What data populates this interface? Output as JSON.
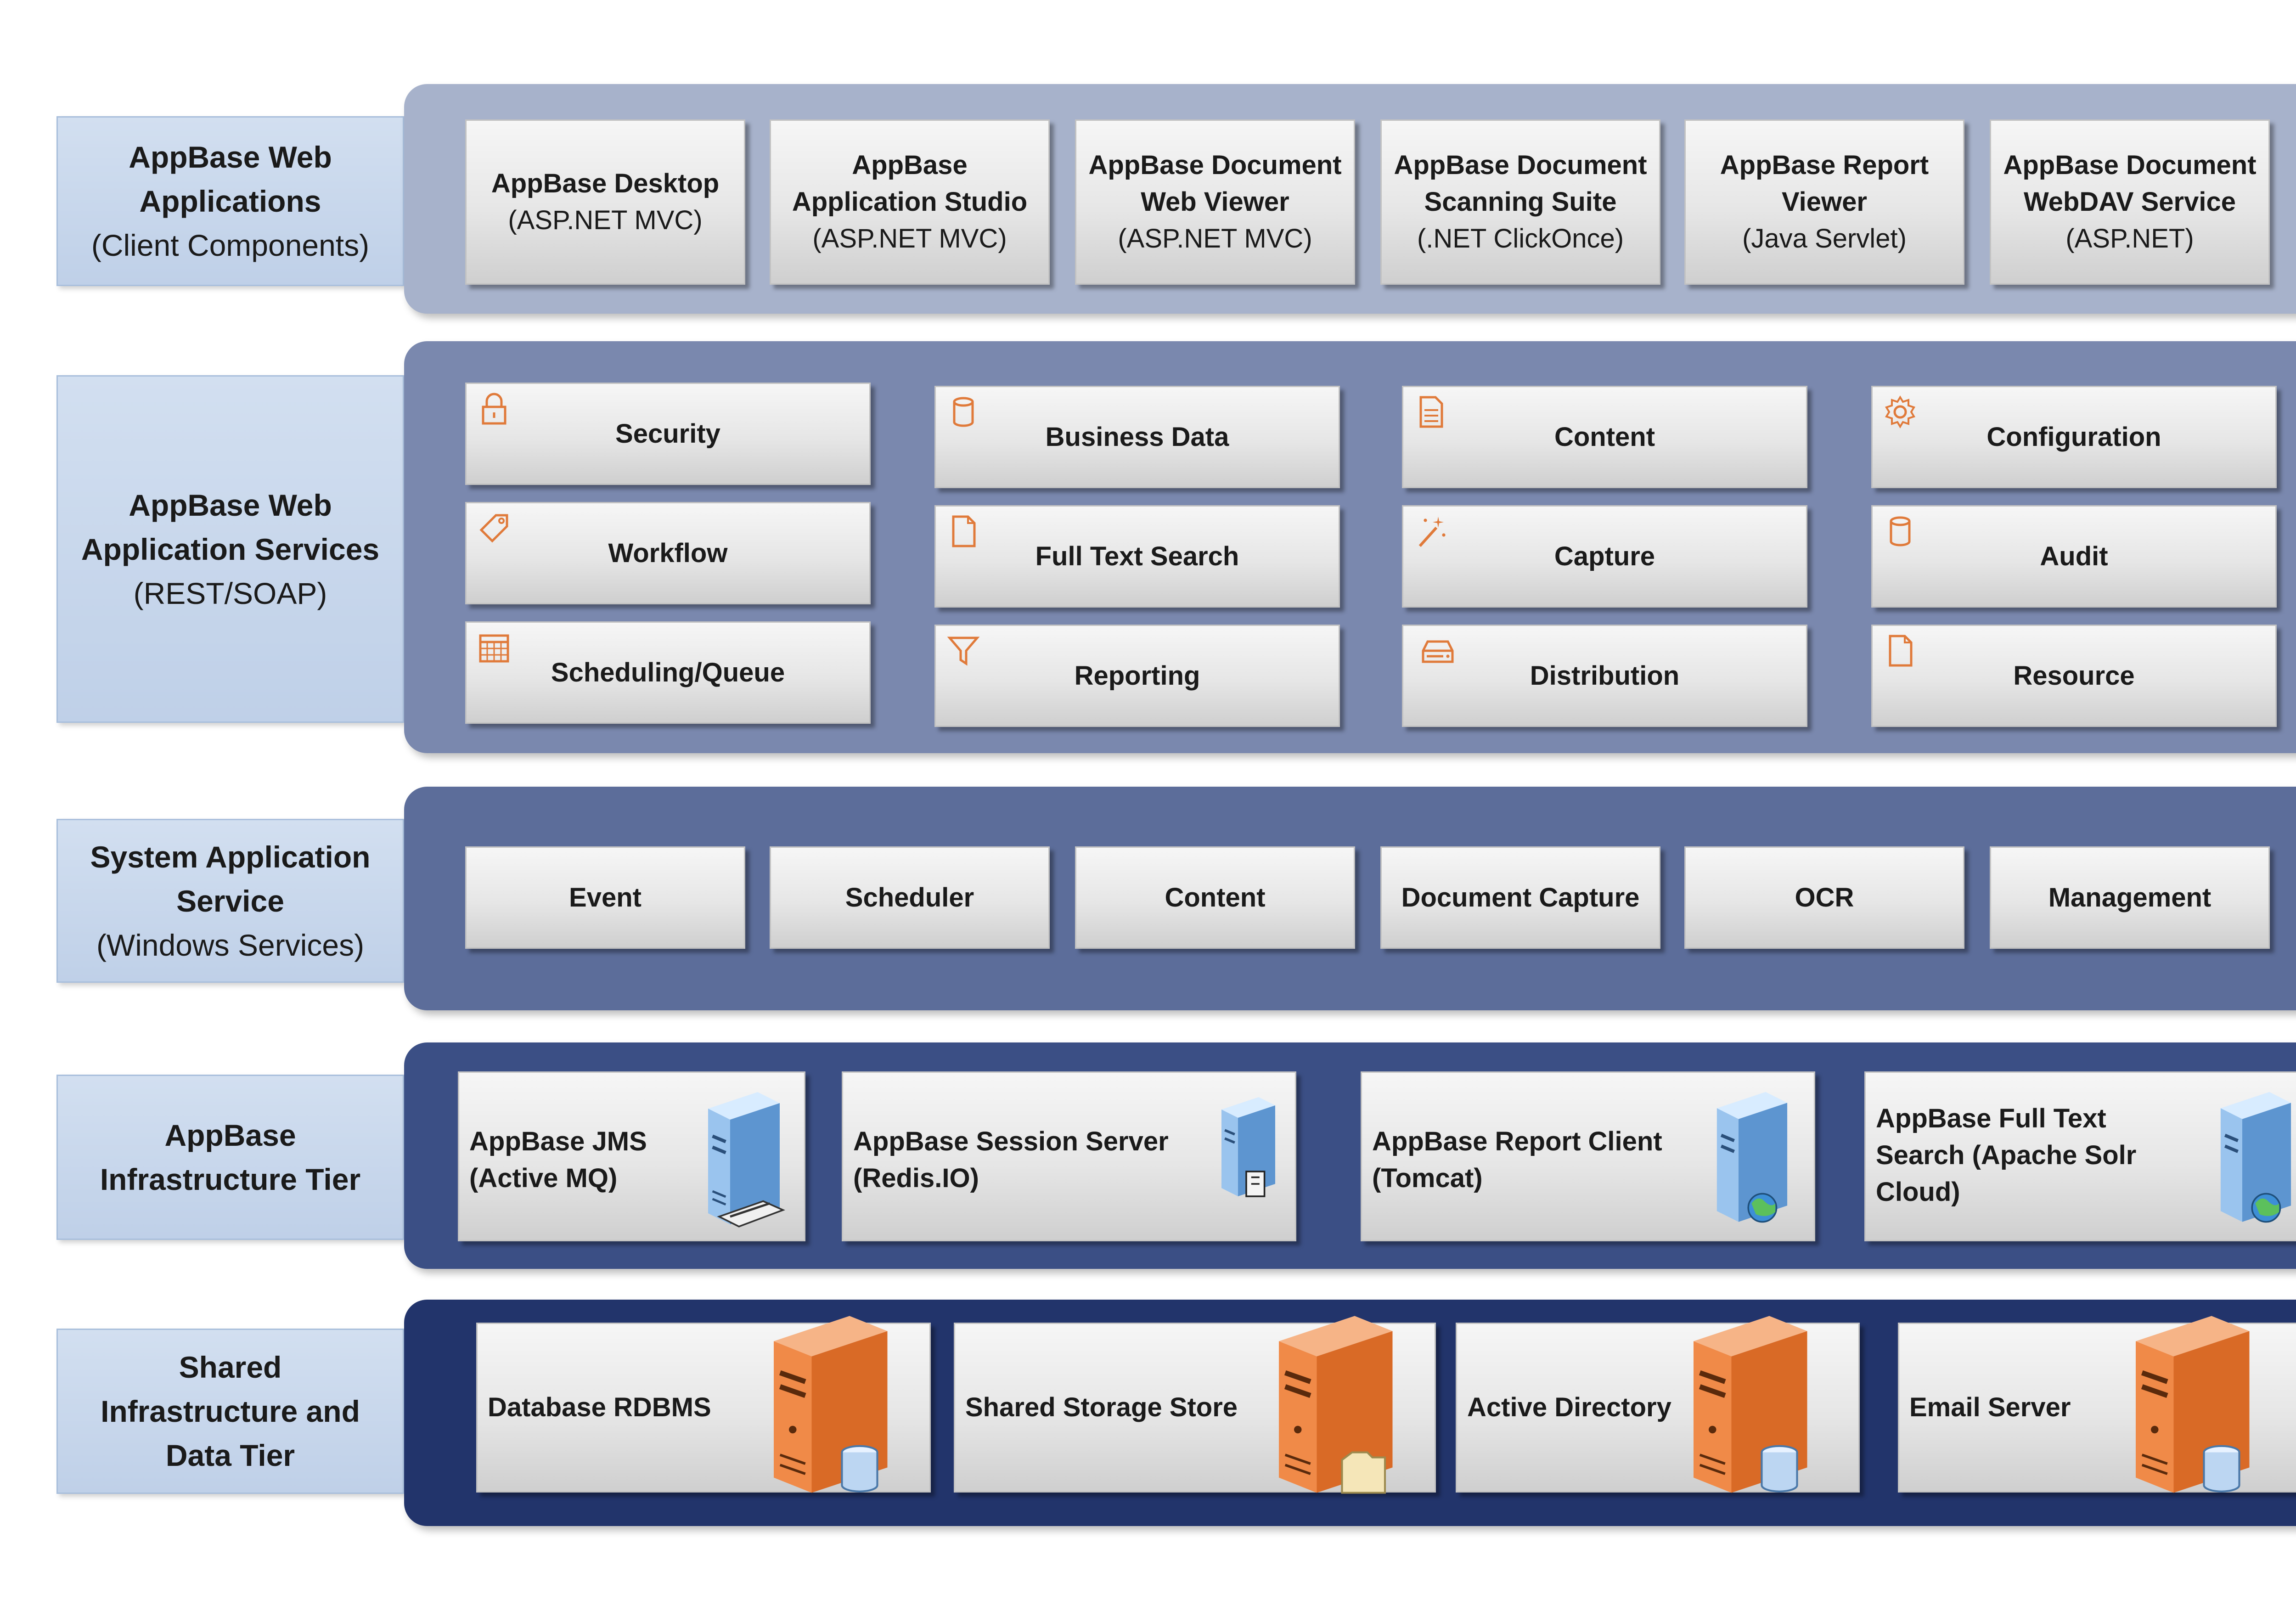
{
  "tiers": [
    {
      "label_lines": [
        "AppBase Web",
        "Applications"
      ],
      "label_sub": "(Client Components)",
      "items": [
        {
          "lines": [
            "AppBase Desktop"
          ],
          "sub": [
            "(ASP.NET MVC)"
          ]
        },
        {
          "lines": [
            "AppBase",
            "Application Studio"
          ],
          "sub": [
            "(ASP.NET MVC)"
          ]
        },
        {
          "lines": [
            "AppBase Document",
            "Web Viewer"
          ],
          "sub": [
            "(ASP.NET MVC)"
          ]
        },
        {
          "lines": [
            "AppBase Document",
            "Scanning Suite"
          ],
          "sub": [
            "(.NET ClickOnce)"
          ]
        },
        {
          "lines": [
            "AppBase Report",
            "Viewer"
          ],
          "sub": [
            "(Java Servlet)"
          ]
        },
        {
          "lines": [
            "AppBase Document",
            "WebDAV Service"
          ],
          "sub": [
            "(ASP.NET)"
          ]
        }
      ]
    },
    {
      "label_lines": [
        "AppBase Web",
        "Application Services"
      ],
      "label_sub": "(REST/SOAP)",
      "items": [
        {
          "label": "Security",
          "icon": "lock-icon"
        },
        {
          "label": "Business Data",
          "icon": "database-icon"
        },
        {
          "label": "Content",
          "icon": "document-icon"
        },
        {
          "label": "Configuration",
          "icon": "gear-icon"
        },
        {
          "label": "Workflow",
          "icon": "tag-icon"
        },
        {
          "label": "Full Text Search",
          "icon": "page-icon"
        },
        {
          "label": "Capture",
          "icon": "magic-wand-icon"
        },
        {
          "label": "Audit",
          "icon": "database-icon"
        },
        {
          "label": "Scheduling/Queue",
          "icon": "calendar-icon"
        },
        {
          "label": "Reporting",
          "icon": "filter-icon"
        },
        {
          "label": "Distribution",
          "icon": "drive-icon"
        },
        {
          "label": "Resource",
          "icon": "page-icon"
        }
      ]
    },
    {
      "label_lines": [
        "System Application",
        "Service"
      ],
      "label_sub": "(Windows Services)",
      "items": [
        {
          "label": "Event"
        },
        {
          "label": "Scheduler"
        },
        {
          "label": "Content"
        },
        {
          "label": "Document Capture"
        },
        {
          "label": "OCR"
        },
        {
          "label": "Management"
        }
      ]
    },
    {
      "label_lines": [
        "AppBase",
        "Infrastructure Tier"
      ],
      "items": [
        {
          "lines": [
            "AppBase JMS",
            "(Active MQ)"
          ],
          "icon": "server-tray-icon"
        },
        {
          "lines": [
            "AppBase Session Server",
            "(Redis.IO)"
          ],
          "icon": "server-device-icon"
        },
        {
          "lines": [
            "AppBase Report Client",
            "(Tomcat)"
          ],
          "icon": "server-globe-icon"
        },
        {
          "lines": [
            "AppBase Full Text",
            "Search (Apache Solr",
            "Cloud)"
          ],
          "icon": "server-globe-icon"
        }
      ]
    },
    {
      "label_lines": [
        "Shared",
        "Infrastructure and",
        "Data Tier"
      ],
      "items": [
        {
          "label": "Database RDBMS",
          "icon": "server-database-icon"
        },
        {
          "label": "Shared Storage Store",
          "icon": "server-folder-icon"
        },
        {
          "label": "Active Directory",
          "icon": "server-database-icon"
        },
        {
          "label": "Email Server",
          "icon": "server-database-icon"
        }
      ]
    }
  ],
  "colors": {
    "panel_1": "#a7b2cb",
    "panel_2": "#7a88ae",
    "panel_3": "#5c6d9a",
    "panel_4": "#3b4f85",
    "panel_5": "#22346b",
    "icon_orange": "#e07a3a",
    "label_blue": "#c8d8ee"
  }
}
